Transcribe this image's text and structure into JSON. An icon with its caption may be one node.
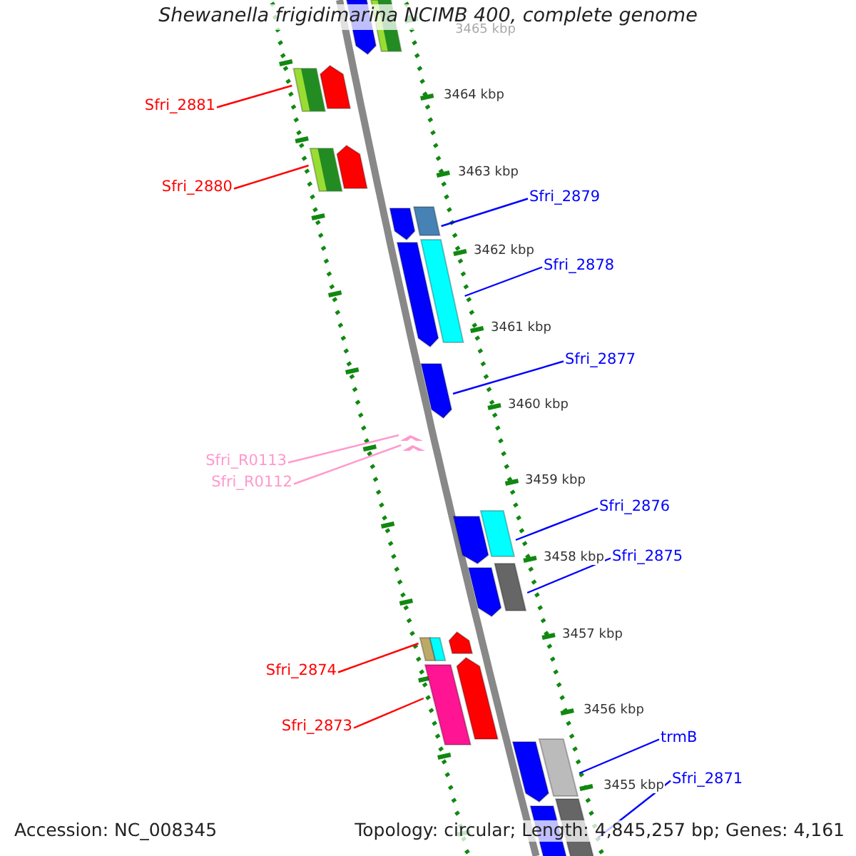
{
  "diagram": {
    "title": "Shewanella frigidimarina NCIMB 400, complete genome",
    "nodes": [
      {
        "text": [
          "Sfri_2881"
        ]
      },
      {
        "text": [
          "Sfri_2880"
        ]
      },
      {
        "text": [
          "Sfri_2879"
        ]
      },
      {
        "text": [
          "Sfri_2878"
        ]
      },
      {
        "text": [
          "Sfri_2877"
        ]
      },
      {
        "text": [
          "Sfri_R0113"
        ]
      },
      {
        "text": [
          "Sfri_R0112"
        ]
      },
      {
        "text": [
          "Sfri_2876"
        ]
      },
      {
        "text": [
          "Sfri_2875"
        ]
      },
      {
        "text": [
          "Sfri_2874"
        ]
      },
      {
        "text": [
          "Sfri_2873"
        ]
      },
      {
        "text": [
          "trmB"
        ]
      },
      {
        "text": [
          "Sfri_2871"
        ]
      },
      {
        "text": [],
        "shape": "arrow"
      },
      {
        "text": [],
        "shape": "arrow"
      },
      {
        "text": [],
        "shape": "arrow"
      },
      {
        "text": [],
        "shape": "arrow"
      },
      {
        "text": [],
        "shape": "arrow"
      },
      {
        "text": [],
        "shape": "arrow"
      },
      {
        "text": [],
        "shape": "arrow"
      },
      {
        "text": [],
        "shape": "arrow"
      },
      {
        "text": [],
        "shape": "arrow"
      },
      {
        "text": [],
        "shape": "arrow"
      },
      {
        "text": [],
        "shape": "arrow"
      },
      {
        "text": [],
        "shape": "arrow"
      },
      {
        "text": [],
        "shape": "arrow"
      },
      {
        "text": [],
        "shape": "arrow"
      }
    ],
    "edges": [
      {
        "from": 0,
        "to": 14,
        "arrow": "none",
        "color": "#ff0000"
      },
      {
        "from": 1,
        "to": 15,
        "arrow": "none",
        "color": "#ff0000"
      },
      {
        "from": 2,
        "to": 16,
        "arrow": "none"
      },
      {
        "from": 3,
        "to": 17,
        "arrow": "none"
      },
      {
        "from": 4,
        "to": 18,
        "arrow": "none"
      },
      {
        "from": 5,
        "to": 19,
        "arrow": "none",
        "color": "#ff99cc"
      },
      {
        "from": 6,
        "to": 20,
        "arrow": "none",
        "color": "#ff99cc"
      },
      {
        "from": 7,
        "to": 21,
        "arrow": "none"
      },
      {
        "from": 8,
        "to": 22,
        "arrow": "none"
      },
      {
        "from": 9,
        "to": 23,
        "arrow": "none",
        "color": "#ff0000"
      },
      {
        "from": 10,
        "to": 24,
        "arrow": "none",
        "color": "#ff0000"
      },
      {
        "from": 11,
        "to": 25,
        "arrow": "none"
      },
      {
        "from": 12,
        "to": 26,
        "arrow": "none"
      }
    ],
    "labels": [
      "3465 kbp",
      "3464 kbp",
      "3463 kbp",
      "3462 kbp",
      "3461 kbp",
      "3460 kbp",
      "3459 kbp",
      "3458 kbp",
      "3457 kbp",
      "3456 kbp",
      "3455 kbp",
      "Accession: NC_008345",
      "Topology: circular; Length: 4,845,257 bp; Genes: 4,161"
    ]
  }
}
